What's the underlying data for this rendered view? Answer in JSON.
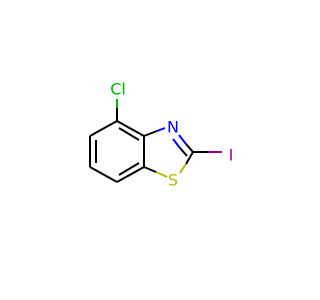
{
  "molecule": {
    "atoms": {
      "cl": "Cl",
      "n": "N",
      "s": "S",
      "i": "I"
    },
    "colors": {
      "carbon_bond": "#000000",
      "chlorine": "#00b000",
      "nitrogen": "#0000ff",
      "sulfur": "#b8b800",
      "iodine": "#940094"
    }
  }
}
